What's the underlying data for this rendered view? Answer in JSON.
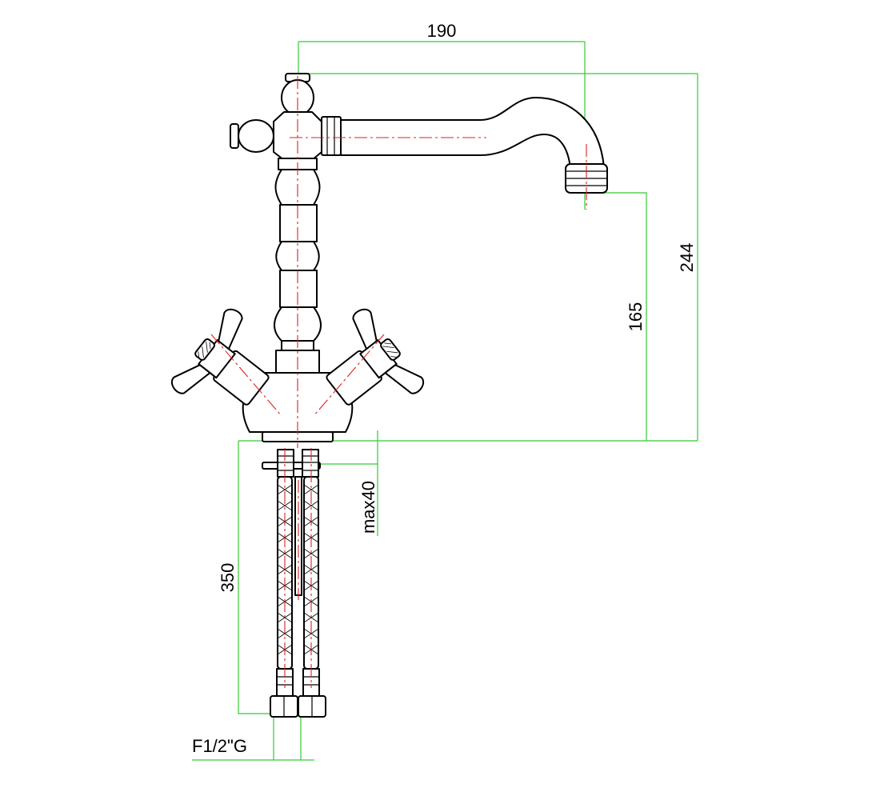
{
  "dimensions": {
    "spout_reach": "190",
    "total_height": "244",
    "spout_height": "165",
    "max_deck_thickness": "max40",
    "hose_length": "350",
    "connection_thread": "F1/2\"G"
  },
  "colors": {
    "outline": "#000000",
    "dimension_lines": "#33cc33",
    "center_lines": "#e02020"
  }
}
